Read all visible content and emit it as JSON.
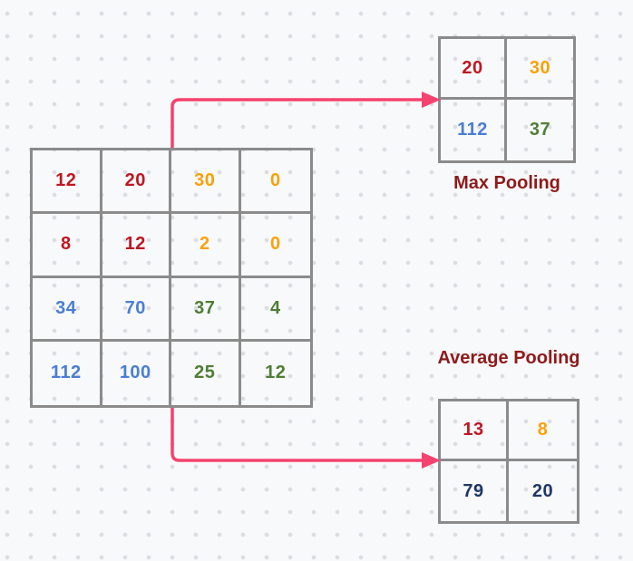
{
  "colors": {
    "red": "#bf1722",
    "orange": "#f9a10a",
    "blue": "#4a7ed3",
    "green": "#4e7e36",
    "navy": "#1e3765",
    "label_maroon": "#8e1a1a",
    "arrow_pink": "#f5426e",
    "grid_border": "#8b8b8b",
    "background": "#f8f9fb"
  },
  "input_grid": {
    "rows": 4,
    "cols": 4,
    "cells": [
      {
        "v": "12",
        "c": "red"
      },
      {
        "v": "20",
        "c": "red"
      },
      {
        "v": "30",
        "c": "orange"
      },
      {
        "v": "0",
        "c": "orange"
      },
      {
        "v": "8",
        "c": "red"
      },
      {
        "v": "12",
        "c": "red"
      },
      {
        "v": "2",
        "c": "orange"
      },
      {
        "v": "0",
        "c": "orange"
      },
      {
        "v": "34",
        "c": "blue"
      },
      {
        "v": "70",
        "c": "blue"
      },
      {
        "v": "37",
        "c": "green"
      },
      {
        "v": "4",
        "c": "green"
      },
      {
        "v": "112",
        "c": "blue"
      },
      {
        "v": "100",
        "c": "blue"
      },
      {
        "v": "25",
        "c": "green"
      },
      {
        "v": "12",
        "c": "green"
      }
    ]
  },
  "max_pooling": {
    "label": "Max Pooling",
    "rows": 2,
    "cols": 2,
    "cells": [
      {
        "v": "20",
        "c": "red"
      },
      {
        "v": "30",
        "c": "orange"
      },
      {
        "v": "112",
        "c": "blue"
      },
      {
        "v": "37",
        "c": "green"
      }
    ]
  },
  "average_pooling": {
    "label": "Average Pooling",
    "rows": 2,
    "cols": 2,
    "cells": [
      {
        "v": "13",
        "c": "red"
      },
      {
        "v": "8",
        "c": "orange"
      },
      {
        "v": "79",
        "c": "navy"
      },
      {
        "v": "20",
        "c": "navy"
      }
    ]
  }
}
